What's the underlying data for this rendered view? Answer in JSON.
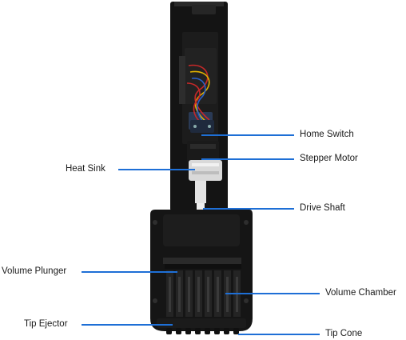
{
  "diagram": {
    "labels": {
      "home_switch": "Home Switch",
      "stepper_motor": "Stepper Motor",
      "heat_sink": "Heat Sink",
      "drive_shaft": "Drive Shaft",
      "volume_plunger": "Volume Plunger",
      "volume_chamber": "Volume Chamber",
      "tip_ejector": "Tip Ejector",
      "tip_cone": "Tip Cone"
    },
    "colors": {
      "leader": "#1e6fd6",
      "body": "#151515",
      "heat_sink": "#d9d9d9",
      "wire_red": "#c62828",
      "wire_yellow": "#e0b000",
      "wire_blue": "#2a5fc4"
    }
  }
}
